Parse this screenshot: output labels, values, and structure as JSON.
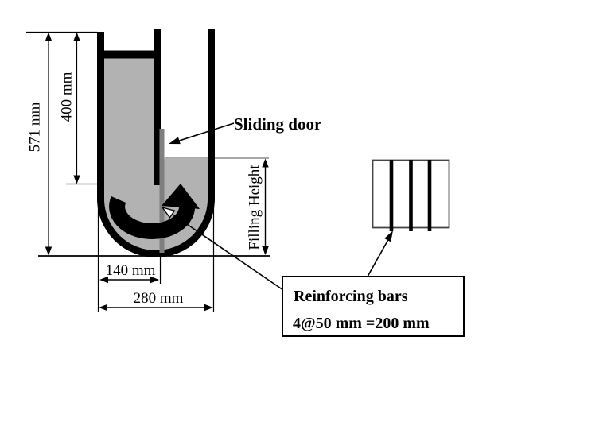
{
  "labels": {
    "height_total": "571 mm",
    "height_column": "400 mm",
    "width_half": "140 mm",
    "width_total": "280 mm",
    "sliding_door": "Sliding door",
    "filling_height": "Filling Height"
  },
  "callout": {
    "line1": "Reinforcing bars",
    "line2": "4@50 mm =200 mm"
  },
  "colors": {
    "concrete_fill": "#b2b2b2",
    "sliding_door_gate": "#7f7f7f",
    "line": "#000000",
    "background": "#ffffff"
  }
}
